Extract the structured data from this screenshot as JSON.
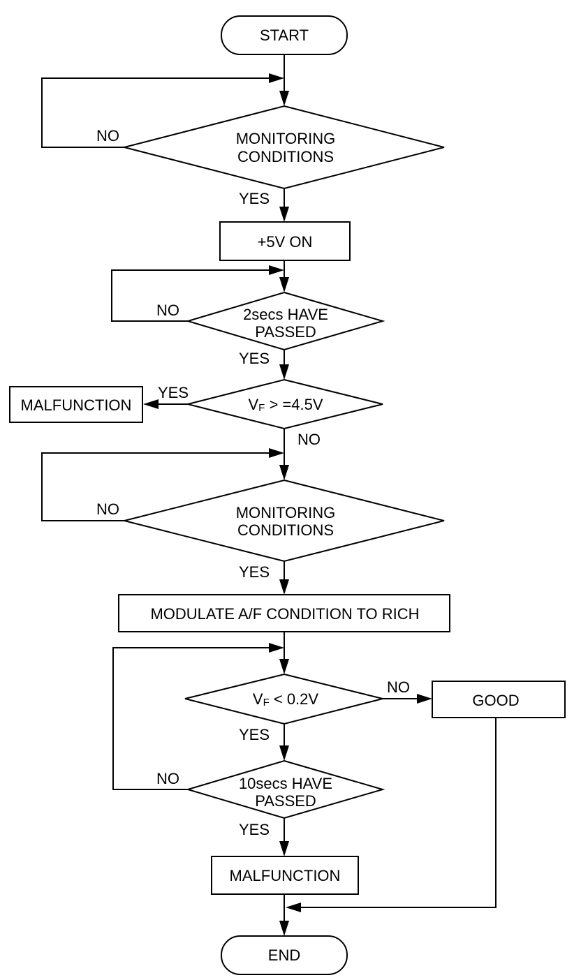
{
  "nodes": {
    "start": "START",
    "check_monitoring_1": [
      "MONITORING",
      "CONDITIONS"
    ],
    "power_on": "+5V ON",
    "check_2secs": [
      "2secs HAVE",
      "PASSED"
    ],
    "check_vf_high": {
      "var": "V",
      "sub": "F",
      "rest": " > =4.5V"
    },
    "malfunction_1": "MALFUNCTION",
    "check_monitoring_2": [
      "MONITORING",
      "CONDITIONS"
    ],
    "modulate": "MODULATE A/F CONDITION TO RICH",
    "check_vf_low": {
      "var": "V",
      "sub": "F",
      "rest": " < 0.2V"
    },
    "good": "GOOD",
    "check_10secs": [
      "10secs HAVE",
      "PASSED"
    ],
    "malfunction_2": "MALFUNCTION",
    "end": "END"
  },
  "branch_labels": {
    "monitoring_1_no": "NO",
    "monitoring_1_yes": "YES",
    "two_secs_no": "NO",
    "two_secs_yes": "YES",
    "vf_high_yes": "YES",
    "vf_high_no": "NO",
    "monitoring_2_no": "NO",
    "monitoring_2_yes": "YES",
    "vf_low_no": "NO",
    "vf_low_yes": "YES",
    "ten_secs_no": "NO",
    "ten_secs_yes": "YES"
  },
  "colors": {
    "stroke": "#000000",
    "background": "#ffffff"
  }
}
